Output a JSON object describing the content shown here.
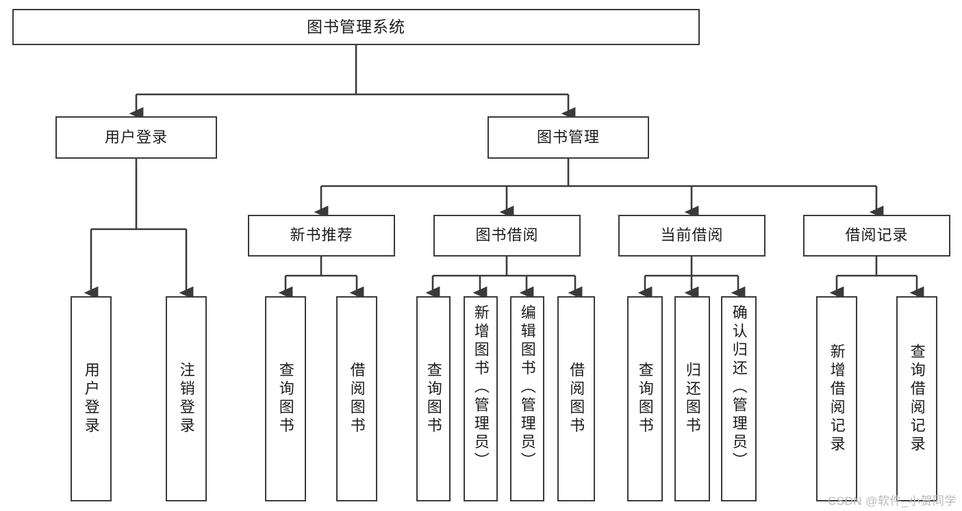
{
  "diagram": {
    "title": "图书管理系统",
    "type": "tree-hierarchy",
    "watermark": "CSDN @软件_小贺同学",
    "levels": {
      "root": {
        "id": "root",
        "label": "图书管理系统"
      },
      "level2": [
        {
          "id": "user-login",
          "label": "用户登录"
        },
        {
          "id": "book-manage",
          "label": "图书管理"
        }
      ],
      "level3": [
        {
          "id": "new-book-recommend",
          "label": "新书推荐",
          "parent": "book-manage"
        },
        {
          "id": "book-borrow",
          "label": "图书借阅",
          "parent": "book-manage"
        },
        {
          "id": "current-borrow",
          "label": "当前借阅",
          "parent": "book-manage"
        },
        {
          "id": "borrow-record",
          "label": "借阅记录",
          "parent": "book-manage"
        }
      ],
      "leaves": [
        {
          "id": "leaf-user-login",
          "label": "用户登录",
          "parent": "user-login"
        },
        {
          "id": "leaf-user-logout",
          "label": "注销登录",
          "parent": "user-login"
        },
        {
          "id": "leaf-query-book-1",
          "label": "查询图书",
          "parent": "new-book-recommend"
        },
        {
          "id": "leaf-borrow-book-1",
          "label": "借阅图书",
          "parent": "new-book-recommend"
        },
        {
          "id": "leaf-query-book-2",
          "label": "查询图书",
          "parent": "book-borrow"
        },
        {
          "id": "leaf-add-book",
          "label": "新增图书（管理员）",
          "parent": "book-borrow"
        },
        {
          "id": "leaf-edit-book",
          "label": "编辑图书（管理员）",
          "parent": "book-borrow"
        },
        {
          "id": "leaf-borrow-book-2",
          "label": "借阅图书",
          "parent": "book-borrow"
        },
        {
          "id": "leaf-query-book-3",
          "label": "查询图书",
          "parent": "current-borrow"
        },
        {
          "id": "leaf-return-book",
          "label": "归还图书",
          "parent": "current-borrow"
        },
        {
          "id": "leaf-confirm-return",
          "label": "确认归还（管理员）",
          "parent": "current-borrow"
        },
        {
          "id": "leaf-add-record",
          "label": "新增借阅记录",
          "parent": "borrow-record"
        },
        {
          "id": "leaf-query-record",
          "label": "查询借阅记录",
          "parent": "borrow-record"
        }
      ]
    },
    "colors": {
      "stroke": "#3a3a3a",
      "text": "#1c1c1c",
      "background": "#ffffff",
      "watermark": "#b9b9b9"
    }
  }
}
